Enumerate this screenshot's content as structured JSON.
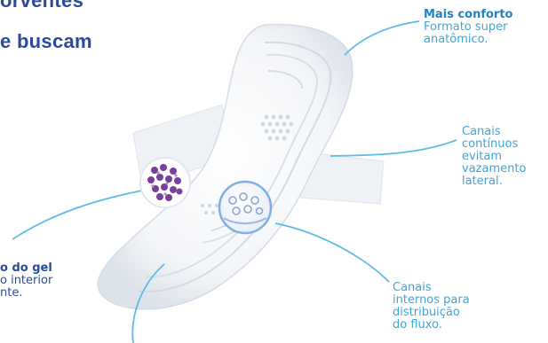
{
  "headings": {
    "line1": "orventes",
    "line2": "e buscam"
  },
  "callouts": {
    "conforto": {
      "title": "Mais conforto",
      "lines": [
        "Formato super",
        "anatômico."
      ]
    },
    "canais_continuos": {
      "lines": [
        "Canais",
        "contínuos",
        "evitam",
        "vazamento",
        "lateral."
      ]
    },
    "gel": {
      "title": "o do gel",
      "lines": [
        "o interior",
        "nte."
      ]
    },
    "canais_internos": {
      "lines": [
        "Canais",
        "internos para",
        "distribuição",
        "do fluxo."
      ]
    }
  },
  "colors": {
    "heading": "#2b4a9a",
    "callout_title": "#1f84c4",
    "callout_text": "#3aa6dc",
    "pointer_line": "#5bbde6",
    "gel_bubble": "#7a3e9d"
  }
}
